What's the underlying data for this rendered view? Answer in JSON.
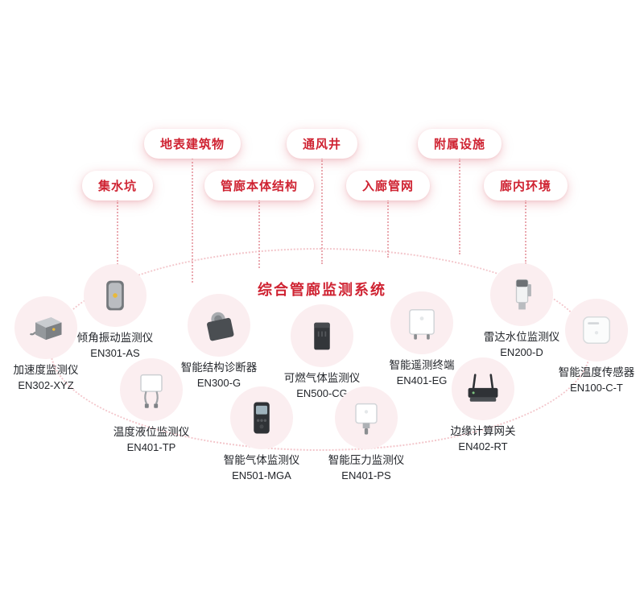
{
  "title": "综合管廊监测系统",
  "categories": [
    {
      "label": "集水坑"
    },
    {
      "label": "地表建筑物"
    },
    {
      "label": "管廊本体结构"
    },
    {
      "label": "通风井"
    },
    {
      "label": "入廊管网"
    },
    {
      "label": "附属设施"
    },
    {
      "label": "廊内环境"
    }
  ],
  "devices": [
    {
      "name": "加速度监测仪",
      "model": "EN302-XYZ",
      "icon": "accelerometer-icon"
    },
    {
      "name": "倾角振动监测仪",
      "model": "EN301-AS",
      "icon": "tilt-vibration-icon"
    },
    {
      "name": "智能结构诊断器",
      "model": "EN300-G",
      "icon": "structure-diagnoser-icon"
    },
    {
      "name": "可燃气体监测仪",
      "model": "EN500-CG",
      "icon": "combustible-gas-icon"
    },
    {
      "name": "智能遥测终端",
      "model": "EN401-EG",
      "icon": "telemetry-terminal-icon"
    },
    {
      "name": "雷达水位监测仪",
      "model": "EN200-D",
      "icon": "radar-level-icon"
    },
    {
      "name": "智能温度传感器",
      "model": "EN100-C-T",
      "icon": "temperature-sensor-icon"
    },
    {
      "name": "温度液位监测仪",
      "model": "EN401-TP",
      "icon": "temp-liquid-level-icon"
    },
    {
      "name": "智能气体监测仪",
      "model": "EN501-MGA",
      "icon": "gas-detector-icon"
    },
    {
      "name": "智能压力监测仪",
      "model": "EN401-PS",
      "icon": "pressure-monitor-icon"
    },
    {
      "name": "边缘计算网关",
      "model": "EN402-RT",
      "icon": "edge-gateway-icon"
    }
  ],
  "colors": {
    "accent": "#cf2332",
    "bubble_bg": "#fbeef0",
    "connector": "#eaa9b0",
    "ellipse_border": "#f3c6cb"
  }
}
